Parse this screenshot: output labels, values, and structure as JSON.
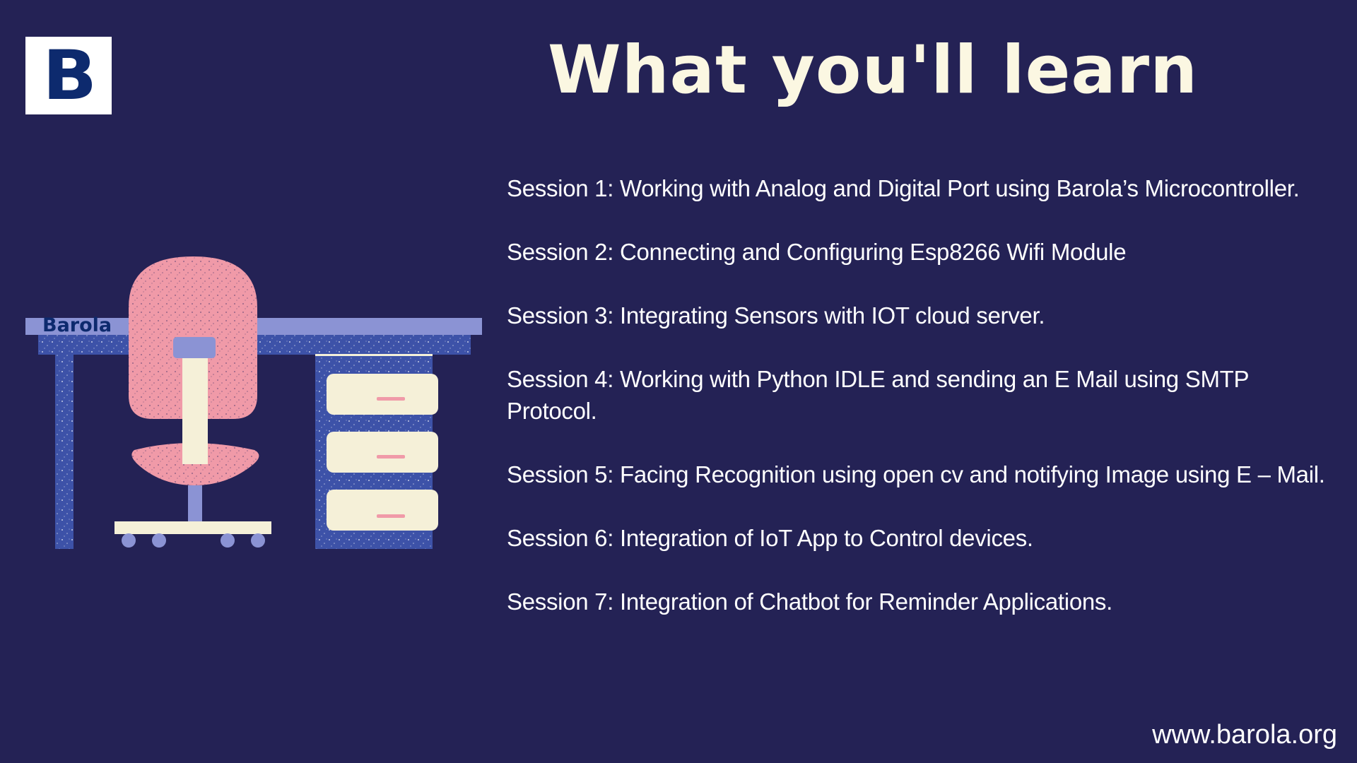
{
  "logo": {
    "letter": "B"
  },
  "title": "What you'll learn",
  "illustration": {
    "desk_label": "Barola",
    "colors": {
      "background": "#242255",
      "desk_top": "#8b93d4",
      "desk_body": "#3d52a8",
      "chair": "#f09aa8",
      "cream": "#f5f0d8",
      "accent": "#0d2a6e"
    }
  },
  "sessions": [
    "Session 1: Working with Analog and Digital Port using Barola’s Microcontroller.",
    "Session 2: Connecting and Configuring Esp8266 Wifi Module",
    "Session 3: Integrating Sensors with IOT cloud server.",
    "Session 4: Working with Python IDLE and sending an E Mail using SMTP Protocol.",
    "Session 5: Facing Recognition using open cv and notifying Image using E – Mail.",
    "Session 6: Integration of IoT App to Control devices.",
    "Session 7: Integration of Chatbot for Reminder Applications."
  ],
  "footer": {
    "url": "www.barola.org"
  }
}
